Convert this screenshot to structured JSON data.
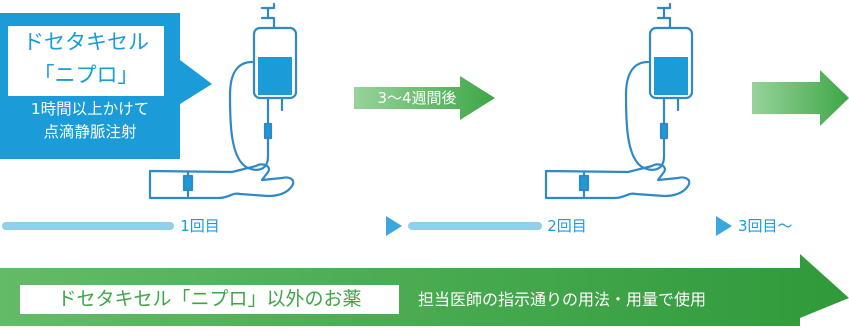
{
  "drug": {
    "name_line1": "ドセタキセル",
    "name_line2": "「ニプロ」",
    "admin_line1": "1時間以上かけて",
    "admin_line2": "点滴静脈注射"
  },
  "interval": {
    "label": "3〜4週間後"
  },
  "timeline": {
    "dose1_label": "1回目",
    "dose2_label": "2回目",
    "dose3_label": "3回目〜"
  },
  "other_drugs": {
    "label": "ドセタキセル「ニプロ」以外のお薬",
    "note": "担当医師の指示通りの用法・用量で使用"
  },
  "colors": {
    "blue": "#1b9bd7",
    "light_blue": "#6cc4ec",
    "green": "#3ea647",
    "light_green": "#7cc77f"
  }
}
